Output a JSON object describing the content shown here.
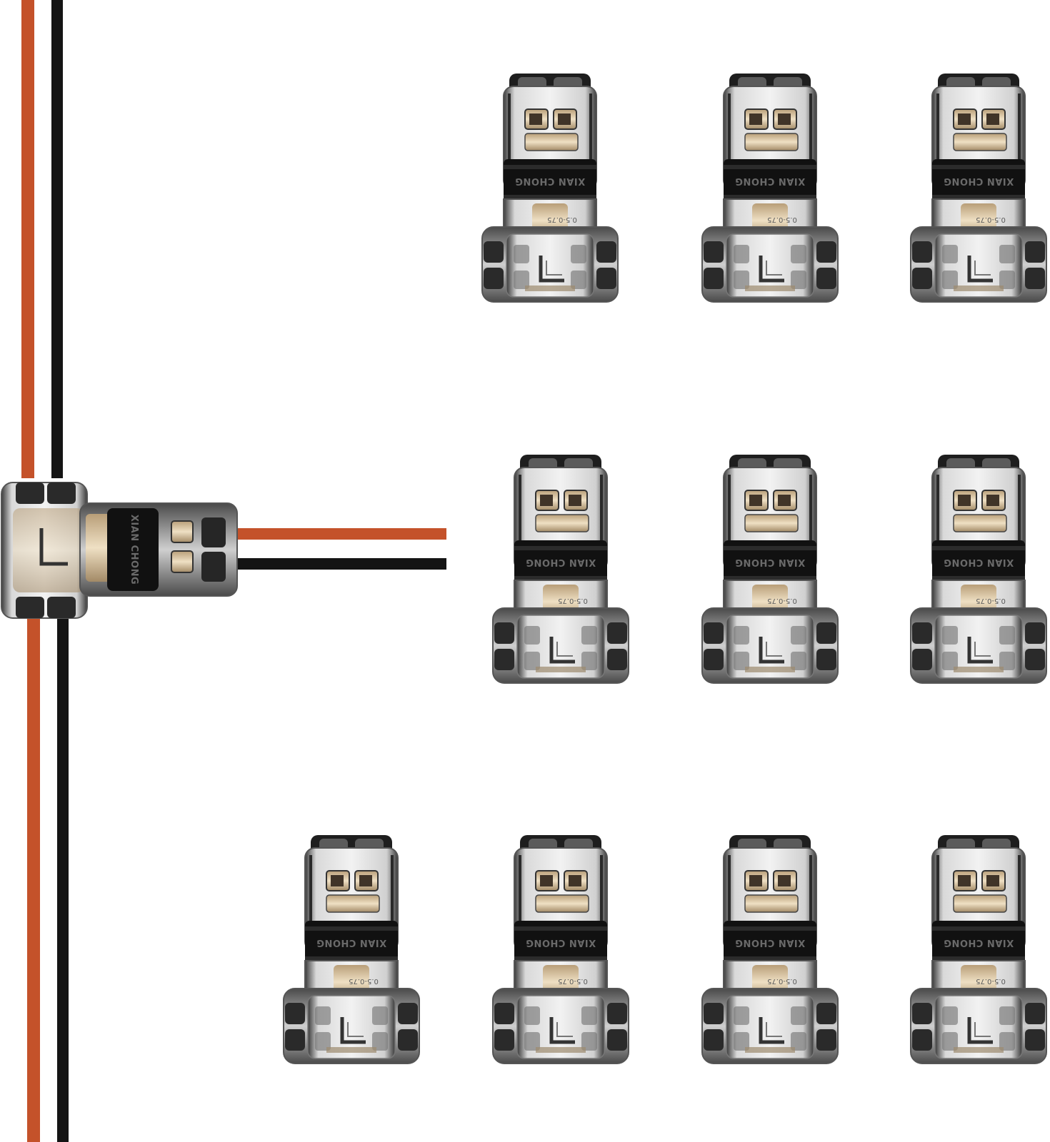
{
  "product": {
    "brand_text": "XIAN CHONG",
    "rating_text": "0.5-0.75",
    "connector_count": 10,
    "connector_rows": [
      3,
      3,
      4
    ]
  },
  "colors": {
    "background": "#ffffff",
    "wire_red": "#c4522a",
    "wire_black": "#141414",
    "housing_dark": "#1e1e1e",
    "housing_clear": "#e6e6e6",
    "housing_edge": "#5a5a5a",
    "band": "#111111",
    "inner_warm": "#e6d2ad"
  },
  "icons": {
    "connector": "t-tap-wire-connector-icon",
    "wire": "wire-icon"
  }
}
